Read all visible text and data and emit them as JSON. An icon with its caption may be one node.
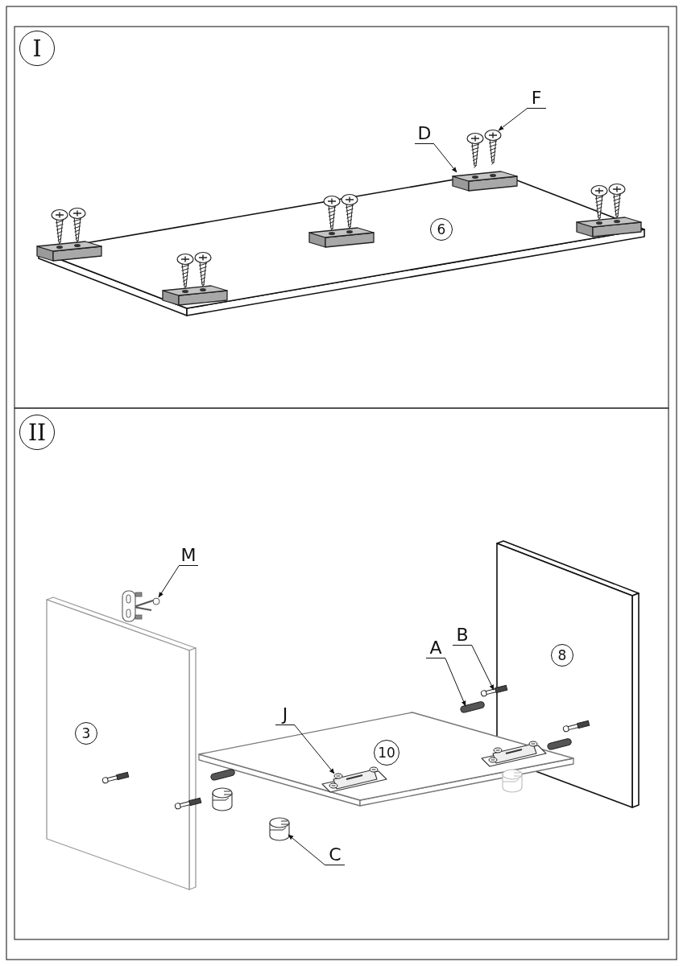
{
  "diagram": {
    "nodes": [
      {
        "text": [
          "I"
        ]
      },
      {
        "text": [
          "6"
        ]
      },
      {
        "text": [
          "D"
        ]
      },
      {
        "text": [],
        "shape": "box"
      },
      {
        "text": [
          "F"
        ]
      },
      {
        "text": [],
        "shape": "picture"
      },
      {
        "text": [
          "II"
        ]
      },
      {
        "text": [
          "3"
        ]
      },
      {
        "text": [
          "M"
        ]
      },
      {
        "text": [],
        "shape": "picture"
      },
      {
        "text": [
          "J"
        ]
      },
      {
        "text": [],
        "shape": "picture"
      },
      {
        "text": [
          "10"
        ]
      },
      {
        "text": [
          "A"
        ]
      },
      {
        "text": [],
        "shape": "bar"
      },
      {
        "text": [
          "B"
        ]
      },
      {
        "text": [],
        "shape": "picture"
      },
      {
        "text": [
          "8"
        ]
      },
      {
        "text": [
          "C"
        ]
      },
      {
        "text": [],
        "shape": "picture"
      },
      {
        "text": [],
        "shape": "box"
      },
      {
        "text": [],
        "shape": "box"
      },
      {
        "text": [],
        "shape": "box"
      },
      {
        "text": [],
        "shape": "box"
      },
      {
        "text": [],
        "shape": "bar"
      },
      {
        "text": [],
        "shape": "bar"
      },
      {
        "text": [],
        "shape": "picture"
      }
    ],
    "edges": [
      {
        "from": 2,
        "to": 3,
        "arrow": "to"
      },
      {
        "from": 4,
        "to": 5,
        "arrow": "to"
      },
      {
        "from": 8,
        "to": 9,
        "arrow": "to"
      },
      {
        "from": 10,
        "to": 11,
        "arrow": "to"
      },
      {
        "from": 13,
        "to": 14,
        "arrow": "to"
      },
      {
        "from": 15,
        "to": 16,
        "arrow": "to"
      },
      {
        "from": 18,
        "to": 19,
        "arrow": "to"
      }
    ]
  }
}
